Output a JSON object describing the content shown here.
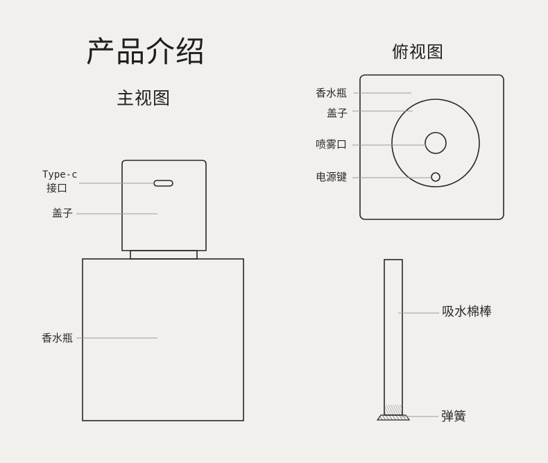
{
  "title": "产品介绍",
  "front_view": {
    "heading": "主视图",
    "labels": {
      "port_line1": "Type-c",
      "port_line2": "接口",
      "cap": "盖子",
      "bottle": "香水瓶"
    }
  },
  "top_view": {
    "heading": "俯视图",
    "labels": {
      "bottle": "香水瓶",
      "cap": "盖子",
      "nozzle": "喷雾口",
      "power": "电源键"
    }
  },
  "wick_view": {
    "labels": {
      "wick": "吸水棉棒",
      "spring": "弹簧"
    }
  },
  "colors": {
    "background": "#f2f0ed",
    "outline": "#262626",
    "leader": "#9c9c9c"
  }
}
